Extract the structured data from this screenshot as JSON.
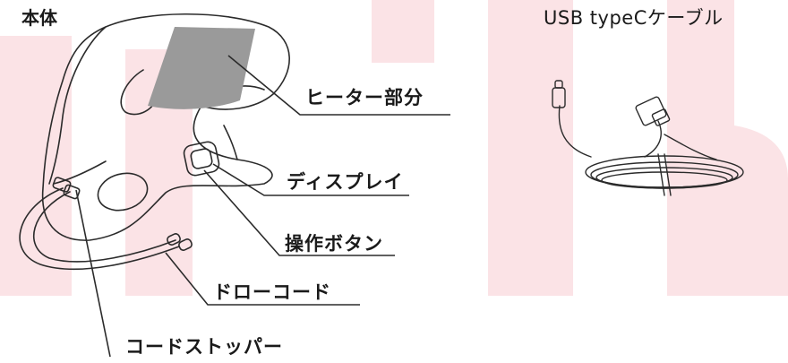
{
  "titles": {
    "main_unit": "本体",
    "usb_cable": "USB typeCケーブル"
  },
  "callouts": {
    "heater": "ヒーター部分",
    "display": "ディスプレイ",
    "button": "操作ボタン",
    "draw_cord": "ドローコード",
    "cord_stopper": "コードストッパー"
  },
  "colors": {
    "watermark": "#fbe3e6",
    "line": "#2b2b2b",
    "heater_pad": "#9a9a9a"
  }
}
